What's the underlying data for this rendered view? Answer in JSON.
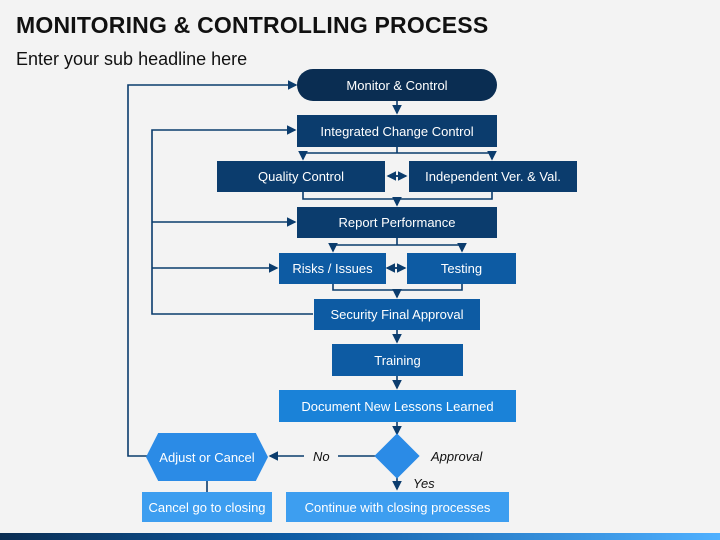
{
  "header": {
    "title": "MONITORING & CONTROLLING PROCESS",
    "subtitle": "Enter your sub headline here"
  },
  "flow": {
    "monitor_control": "Monitor & Control",
    "integrated_change_control": "Integrated Change Control",
    "quality_control": "Quality Control",
    "independent_ver_val": "Independent Ver. & Val.",
    "report_performance": "Report Performance",
    "risks_issues": "Risks / Issues",
    "testing": "Testing",
    "security_final_approval": "Security Final Approval",
    "training": "Training",
    "document_lessons": "Document New Lessons Learned",
    "adjust_or_cancel": "Adjust or Cancel",
    "cancel_closing": "Cancel go to closing",
    "continue_closing": "Continue with closing processes"
  },
  "labels": {
    "no": "No",
    "yes": "Yes",
    "approval": "Approval"
  },
  "colors": {
    "navy": "#0a2d52",
    "dark_blue": "#0b3c6d",
    "mid_blue": "#0d5ba3",
    "bright_blue": "#1a82d8",
    "light_blue": "#3d9ef0",
    "decision_blue": "#2b8be6",
    "connector": "#0b3c6d"
  }
}
